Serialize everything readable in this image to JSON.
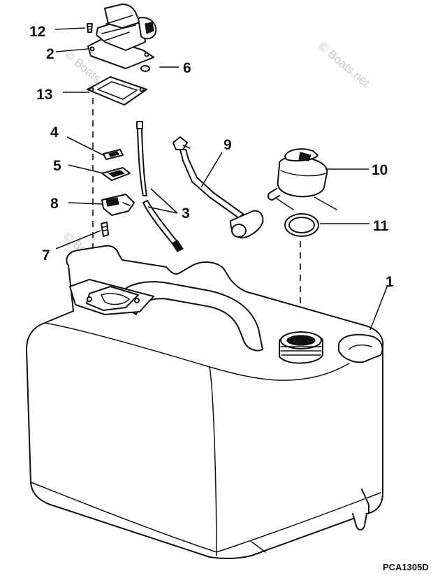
{
  "figure_code": "PCA1305D",
  "watermark_text": "© Boats.net",
  "callouts": {
    "c1": "1",
    "c2": "2",
    "c3": "3",
    "c4": "4",
    "c5": "5",
    "c6": "6",
    "c7": "7",
    "c8": "8",
    "c9": "9",
    "c10": "10",
    "c11": "11",
    "c12": "12",
    "c13": "13"
  },
  "colors": {
    "line": "#111111",
    "background": "#ffffff",
    "watermark": "#c9c9c9"
  }
}
